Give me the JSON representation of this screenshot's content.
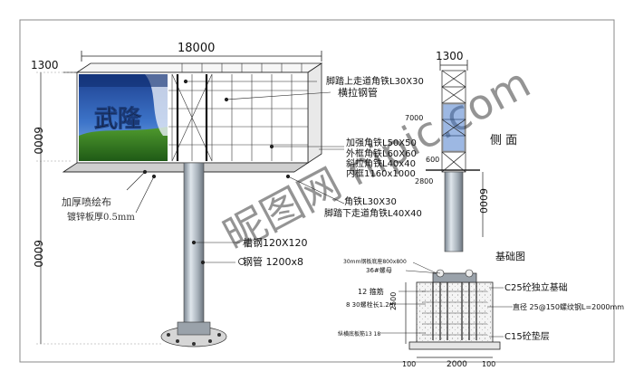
{
  "dims": {
    "total_width": "18000",
    "depth_top_left": "1300",
    "board_height": "6000",
    "column_height": "6000",
    "side_depth": "1300",
    "side_7000": "7000",
    "side_600": "600",
    "side_2800": "2800",
    "side_6000": "6000",
    "foundation_2500": "2500",
    "foundation_2000": "2000",
    "foundation_100_left": "100",
    "foundation_100_right": "100"
  },
  "billboard": {
    "brand_text": "武隆"
  },
  "labels": {
    "walkway_upper": "脚踏上走道角铁L30X30",
    "horizontal_pipe": "横拉钢管",
    "reinforce_angle": "加强角铁L50X50",
    "outer_frame": "外框角铁L60X60",
    "diagonal_angle": "斜拉角铁L40x40",
    "inner_frame": "内框1160x1000",
    "angle_30": "角铁L30X30",
    "walkway_lower": "脚踏下走道角铁L40X40",
    "spray_cloth": "加厚喷绘布",
    "galvanized": "镀锌板厚0.5mm",
    "channel_steel": "槽钢120X120",
    "steel_pipe": "钢管  1200x8",
    "side_view": "侧 面",
    "foundation_title": "基础图",
    "steel_plate": "30mm钢板底座800x800",
    "bolt": "36#螺母",
    "c25": "C25砼独立基础",
    "rebar_12": "12  箍筋",
    "bolt_length": "8  30螺栓长1.2m",
    "diameter_spec": "直径  25@150螺纹钢L=2000mm",
    "vertical_tie": "纵横底板筋13 18",
    "c15": "C15砼垫层"
  },
  "watermark": "昵图网 nipic.com"
}
